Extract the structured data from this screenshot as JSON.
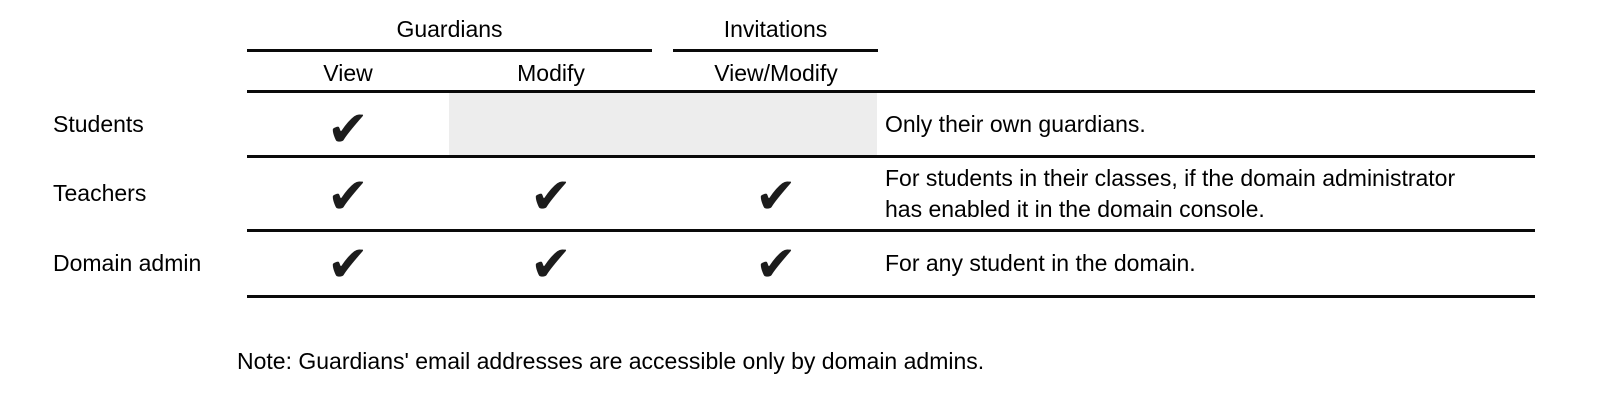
{
  "colors": {
    "background": "#ffffff",
    "text": "#000000",
    "rule": "#0a0a0a",
    "shaded_cell": "#ededed",
    "check": "#1c1c1c"
  },
  "table": {
    "column_groups": [
      {
        "label": "Guardians",
        "columns": [
          "View",
          "Modify"
        ]
      },
      {
        "label": "Invitations",
        "columns": [
          "View/Modify"
        ]
      }
    ],
    "check_glyph": "✔",
    "rows": [
      {
        "label": "Students",
        "permissions": {
          "guardians_view": true,
          "guardians_modify": false,
          "invitations_view_modify": false
        },
        "note": "Only their own guardians."
      },
      {
        "label": "Teachers",
        "permissions": {
          "guardians_view": true,
          "guardians_modify": true,
          "invitations_view_modify": true
        },
        "note": "For students in their classes, if the domain administrator\nhas enabled it in the domain console."
      },
      {
        "label": "Domain admin",
        "permissions": {
          "guardians_view": true,
          "guardians_modify": true,
          "invitations_view_modify": true
        },
        "note": "For any student in the domain."
      }
    ]
  },
  "footnote": "Note: Guardians' email addresses are accessible only by domain admins."
}
